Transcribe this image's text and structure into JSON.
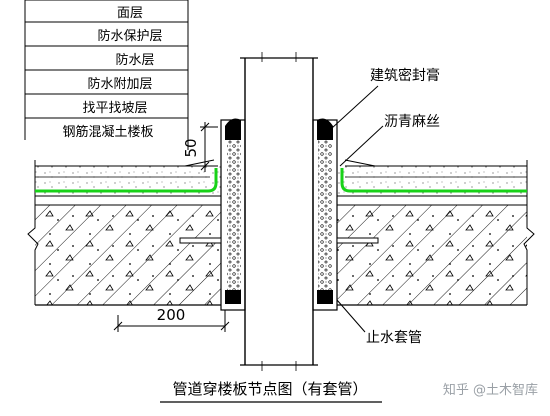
{
  "layer_labels": [
    "面层",
    "防水保护层",
    "防水层",
    "防水附加层",
    "找平找坡层",
    "钢筋混凝土楼板"
  ],
  "callouts": {
    "sealant": "建筑密封膏",
    "hemp": "沥青麻丝",
    "sleeve": "止水套管"
  },
  "dimensions": {
    "height": "50",
    "width": "200"
  },
  "caption": "管道穿楼板节点图（有套管）",
  "watermark": "知乎 @土木智库",
  "colors": {
    "waterproof_layer": "#18d218",
    "line": "#000000"
  }
}
